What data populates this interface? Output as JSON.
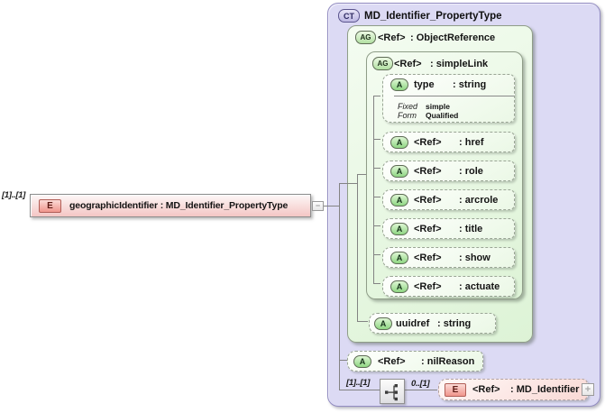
{
  "left_element": {
    "cardinality": "[1]..[1]",
    "badge": "E",
    "label": "geographicIdentifier : MD_Identifier_PropertyType"
  },
  "icons": {
    "collapse": "−",
    "expand": "+"
  },
  "complex_type": {
    "badge": "CT",
    "title": "MD_Identifier_PropertyType",
    "object_reference": {
      "badge": "AG",
      "name": "<Ref>",
      "type": ": ObjectReference",
      "simple_link": {
        "badge": "AG",
        "name": "<Ref>",
        "type": ": simpleLink",
        "type_attribute": {
          "badge": "A",
          "name": "type",
          "type": ": string",
          "facets": [
            {
              "label": "Fixed",
              "value": "simple"
            },
            {
              "label": "Form",
              "value": "Qualified"
            }
          ]
        },
        "attributes": [
          {
            "badge": "A",
            "name": "<Ref>",
            "type": ": href"
          },
          {
            "badge": "A",
            "name": "<Ref>",
            "type": ": role"
          },
          {
            "badge": "A",
            "name": "<Ref>",
            "type": ": arcrole"
          },
          {
            "badge": "A",
            "name": "<Ref>",
            "type": ": title"
          },
          {
            "badge": "A",
            "name": "<Ref>",
            "type": ": show"
          },
          {
            "badge": "A",
            "name": "<Ref>",
            "type": ": actuate"
          }
        ]
      },
      "uuidref_attribute": {
        "badge": "A",
        "name": "uuidref",
        "type": ": string"
      }
    },
    "nil_reason_attribute": {
      "badge": "A",
      "name": "<Ref>",
      "type": ": nilReason"
    },
    "sequence": {
      "cardinality": "[1]..[1]",
      "child_cardinality": "0..[1]",
      "element": {
        "badge": "E",
        "name": "<Ref>",
        "type": ": MD_Identifier"
      }
    }
  },
  "colors": {
    "container_fill": "#dcdaf4",
    "group_fill": "#e6f6df",
    "element_fill": "#f4c6c4",
    "line": "#838383"
  }
}
